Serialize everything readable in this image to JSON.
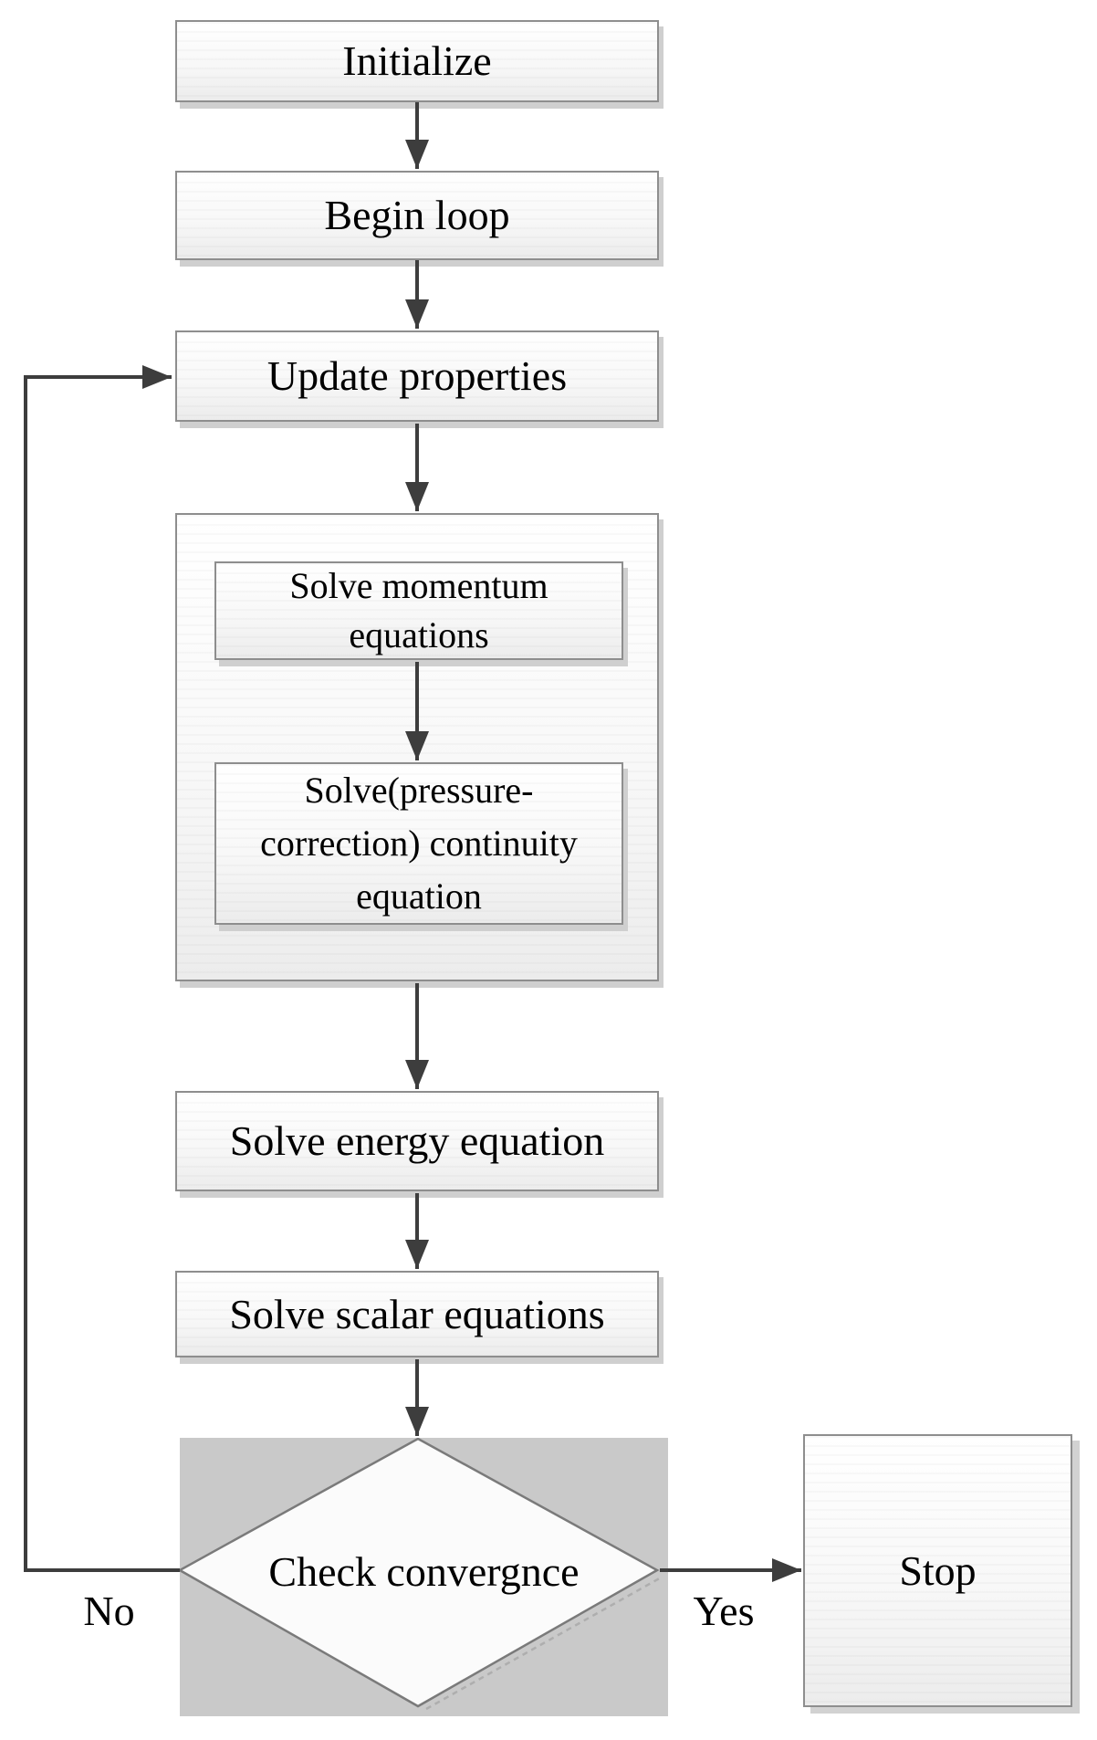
{
  "flowchart": {
    "nodes": {
      "initialize": "Initialize",
      "begin_loop": "Begin loop",
      "update_properties": "Update properties",
      "solve_momentum": "Solve momentum\nequations",
      "solve_pressure_continuity": "Solve(pressure-\ncorrection) continuity\nequation",
      "solve_energy": "Solve energy equation",
      "solve_scalar": "Solve scalar equations",
      "check_convergence": "Check convergnce",
      "stop": "Stop"
    },
    "edge_labels": {
      "no": "No",
      "yes": "Yes"
    },
    "colors": {
      "box_border": "#8e8e8e",
      "box_fill_top": "#ffffff",
      "box_fill_bottom": "#ececec",
      "box_shadow": "#cfcfcf",
      "decision_panel_bg": "#c9c9c9",
      "diamond_fill": "#fbfbfb",
      "diamond_border": "#7a7a7a",
      "arrow": "#3d3d3d",
      "text": "#000000"
    }
  }
}
